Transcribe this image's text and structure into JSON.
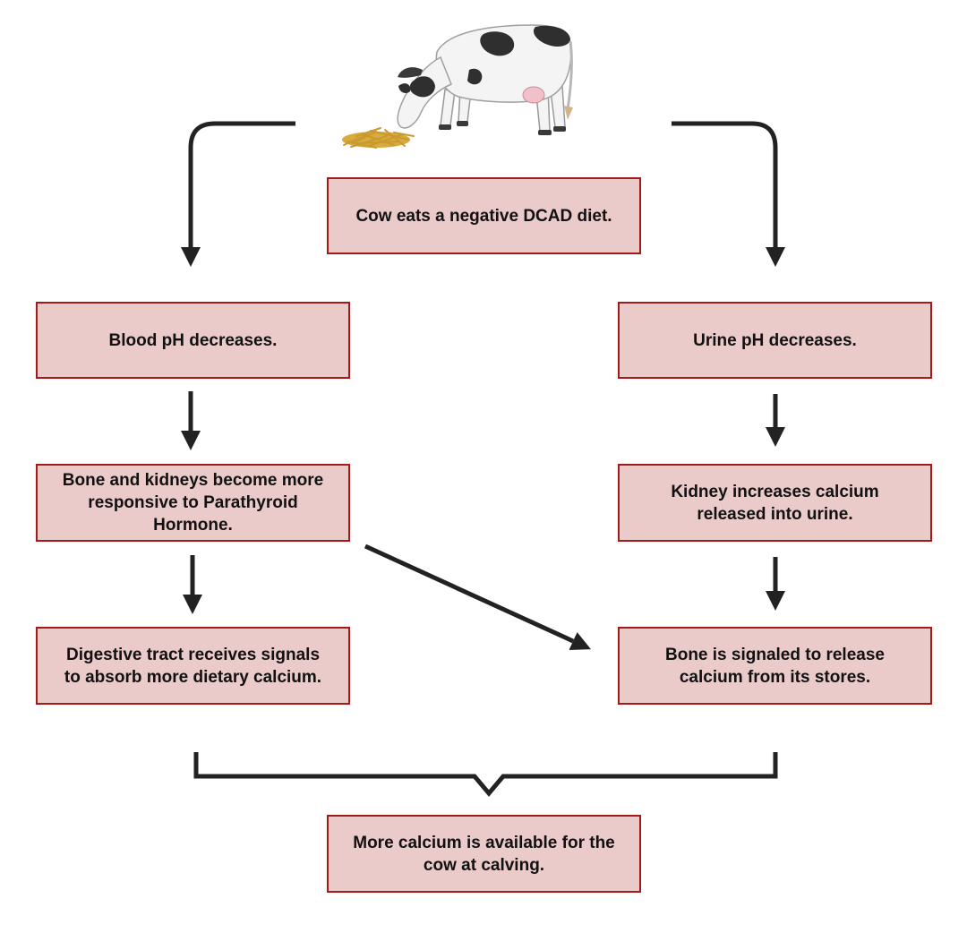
{
  "nodes": {
    "diet": "Cow eats a negative DCAD diet.",
    "blood_ph": "Blood pH decreases.",
    "urine_ph": "Urine pH decreases.",
    "bone_kidney": "Bone and kidneys become more responsive to Parathyroid Hormone.",
    "kidney_calcium": "Kidney increases calcium released into urine.",
    "digestive": "Digestive tract receives signals to absorb more dietary calcium.",
    "bone_release": "Bone is signaled to release calcium from its stores.",
    "outcome": "More calcium is available for the cow at calving."
  },
  "edges": [
    {
      "from": "diet",
      "to": "blood_ph"
    },
    {
      "from": "diet",
      "to": "urine_ph"
    },
    {
      "from": "blood_ph",
      "to": "bone_kidney"
    },
    {
      "from": "bone_kidney",
      "to": "digestive"
    },
    {
      "from": "bone_kidney",
      "to": "bone_release"
    },
    {
      "from": "urine_ph",
      "to": "kidney_calcium"
    },
    {
      "from": "kidney_calcium",
      "to": "bone_release"
    },
    {
      "from": "digestive",
      "to": "outcome"
    },
    {
      "from": "bone_release",
      "to": "outcome"
    }
  ],
  "illustration": {
    "icon": "cow-eating-hay-icon"
  },
  "colors": {
    "box_fill": "#ebcaca",
    "box_border": "#a21a1a",
    "arrow": "#222222",
    "text": "#111111"
  }
}
